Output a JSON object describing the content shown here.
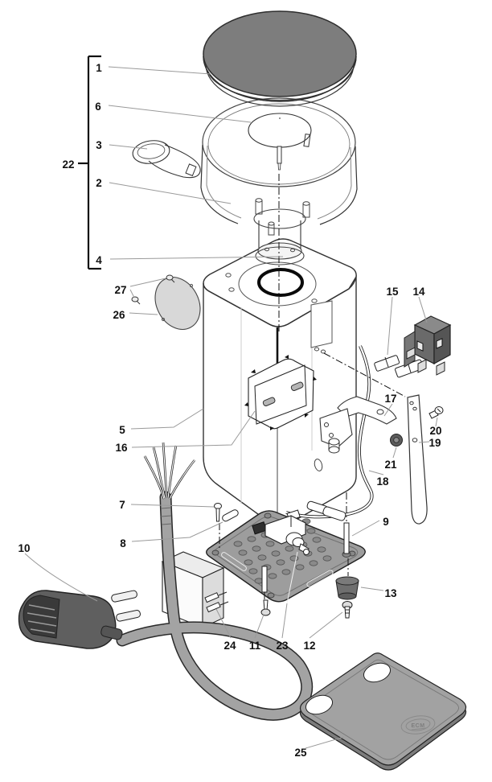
{
  "figure": {
    "type": "exploded-parts-diagram",
    "subject": "coffee-grinder",
    "background": "#ffffff"
  },
  "callouts": [
    {
      "label": "1"
    },
    {
      "label": "6"
    },
    {
      "label": "3"
    },
    {
      "label": "2"
    },
    {
      "label": "22"
    },
    {
      "label": "4"
    },
    {
      "label": "27"
    },
    {
      "label": "26"
    },
    {
      "label": "5"
    },
    {
      "label": "16"
    },
    {
      "label": "15"
    },
    {
      "label": "14"
    },
    {
      "label": "17"
    },
    {
      "label": "20"
    },
    {
      "label": "19"
    },
    {
      "label": "21"
    },
    {
      "label": "18"
    },
    {
      "label": "7"
    },
    {
      "label": "8"
    },
    {
      "label": "9"
    },
    {
      "label": "10"
    },
    {
      "label": "13"
    },
    {
      "label": "24"
    },
    {
      "label": "11"
    },
    {
      "label": "23"
    },
    {
      "label": "12"
    },
    {
      "label": "25"
    }
  ],
  "tray_logo": "ECM",
  "colors": {
    "lid": "#7d7d7d",
    "badge": "#d8d8d8",
    "switch_body": "#6a6a6a",
    "switch_top": "#8a8a8a",
    "switch_side": "#555555",
    "base_plate": "#9d9d9d",
    "foot": "#6f6f6f",
    "cable": "#a3a3a3",
    "plug": "#5f5f5f",
    "tray": "#a2a2a2",
    "tray_edge": "#7c7c7c",
    "chute_peg": "#b5b5b5"
  }
}
